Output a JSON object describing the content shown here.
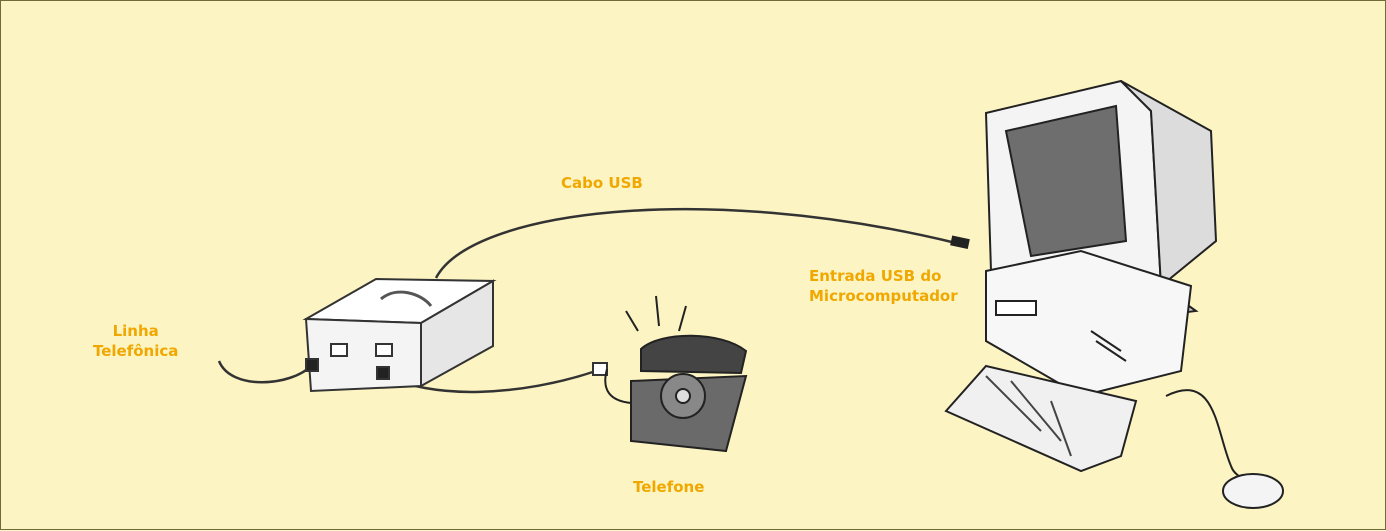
{
  "labels": {
    "cabo_usb": "Cabo USB",
    "entrada_usb_line1": "Entrada USB do",
    "entrada_usb_line2": "Microcomputador",
    "linha_line1": "Linha",
    "linha_line2": "Telefônica",
    "telefone": "Telefone"
  },
  "colors": {
    "background": "#fcf4c2",
    "label": "#f0a800",
    "ink": "#2b2b2b"
  }
}
